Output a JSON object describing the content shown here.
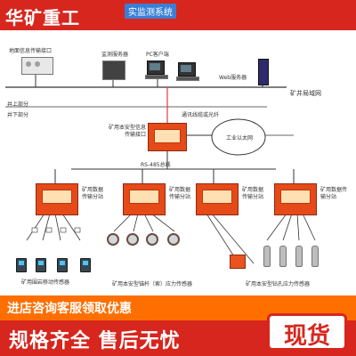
{
  "brand": {
    "name": "华矿重工",
    "system_title": "实监测系统"
  },
  "top_nodes": {
    "ground_interface": "地面信息传输接口",
    "monitor_server": "监测服务器",
    "pc_client": "PC客户端",
    "web_server": "Web服务器"
  },
  "network_labels": {
    "mine_lan": "矿井局域网",
    "above_ground": "井上部分",
    "below_ground": "井下部分",
    "comm_line": "通讯线缆或光纤",
    "ethernet": "工业以太网",
    "rs485": "RS-485总线"
  },
  "center_node": {
    "label": "矿用本安型信息传输接口"
  },
  "substations": [
    {
      "label": "矿用数据传输分站"
    },
    {
      "label": "矿用数据传输分站"
    },
    {
      "label": "矿用数据传输分站"
    },
    {
      "label": "矿用数据传输分站"
    }
  ],
  "bottom_nodes": {
    "sensor_group_1": "矿用围岩移动传感器",
    "sensor_group_2": "矿用本安型锚杆（索）应力传感器",
    "sensor_group_3": "矿用本安型钻孔应力传感器"
  },
  "promo": {
    "text": "进店咨询客服领取优惠",
    "slogan": "规格齐全  售后无忧",
    "stock": "现货"
  },
  "colors": {
    "brand_red": "#d7261e",
    "promo_orange": "#ff6f00",
    "device_red": "#e64a19",
    "line_red": "#e53935",
    "line_dark": "#333333"
  }
}
